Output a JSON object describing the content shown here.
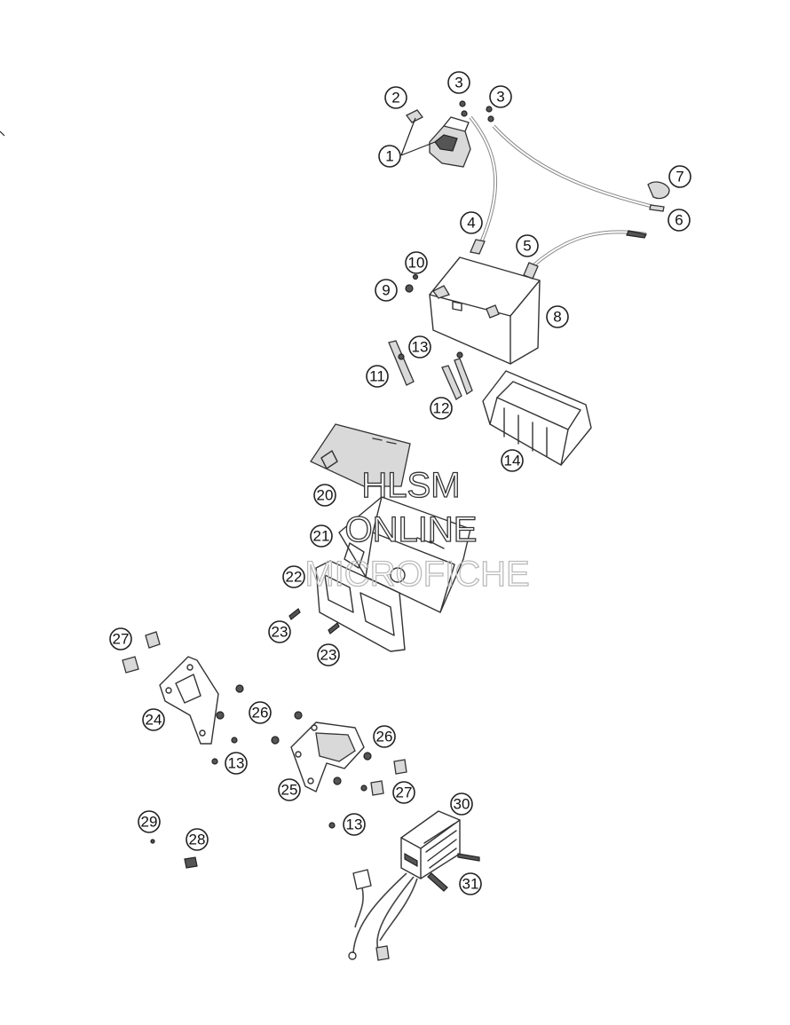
{
  "watermark": {
    "line1": "HLSM",
    "line2": "ONLINE",
    "line3": "MICROFICHE"
  },
  "callouts": [
    "1",
    "2",
    "3",
    "3",
    "4",
    "5",
    "6",
    "7",
    "8",
    "9",
    "10",
    "11",
    "12",
    "13",
    "14",
    "20",
    "21",
    "22",
    "23",
    "23",
    "24",
    "25",
    "26",
    "26",
    "27",
    "27",
    "13",
    "13",
    "28",
    "29",
    "30",
    "31"
  ]
}
